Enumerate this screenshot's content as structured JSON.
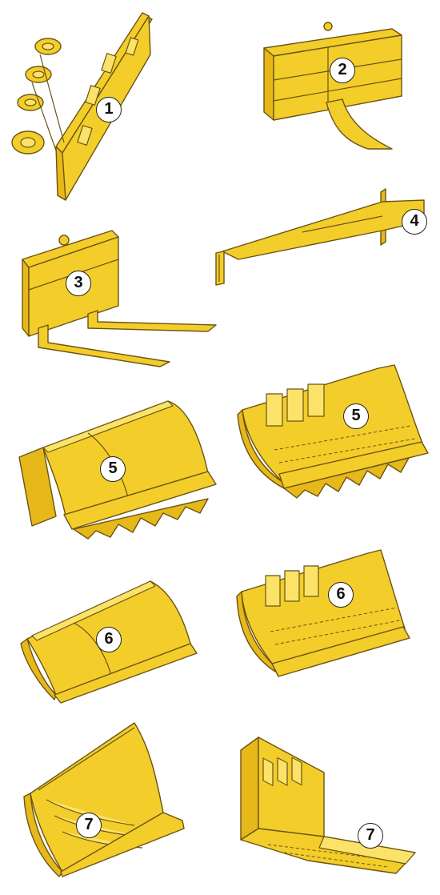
{
  "colors": {
    "attachment_yellow": "#f3cd2a",
    "outline": "#6b5412",
    "badge_bg": "#ffffff"
  },
  "items": [
    {
      "id": "quick-coupler",
      "number": "1"
    },
    {
      "id": "ripper-frame",
      "number": "2"
    },
    {
      "id": "fork-carriage",
      "number": "3"
    },
    {
      "id": "material-boom",
      "number": "4"
    },
    {
      "id": "general-purpose-bucket",
      "number": "5"
    },
    {
      "id": "rock-bucket",
      "number": "5"
    },
    {
      "id": "light-material-bucket",
      "number": "6"
    },
    {
      "id": "coal-bucket",
      "number": "6"
    },
    {
      "id": "multi-purpose-bucket",
      "number": "7"
    },
    {
      "id": "side-dump-bucket",
      "number": "7"
    }
  ]
}
